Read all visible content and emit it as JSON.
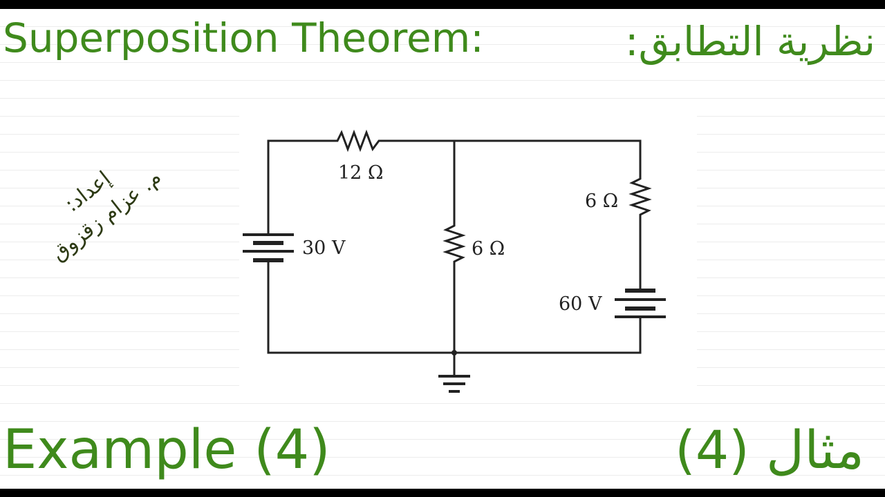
{
  "title": {
    "english": "Superposition Theorem:",
    "arabic": "نظرية التطابق:"
  },
  "author": {
    "prepared_by": "إعداد:",
    "name": "م. عزام زقزوق"
  },
  "example": {
    "english": "Example (4)",
    "arabic": "مثال (4)"
  },
  "circuit": {
    "r_top": "12 Ω",
    "r_middle": "6 Ω",
    "r_right": "6 Ω",
    "source_left": "30 V",
    "source_right": "60 V"
  },
  "colors": {
    "title_green": "#3f8a1c",
    "wire": "#222222",
    "bars": "#000000"
  }
}
